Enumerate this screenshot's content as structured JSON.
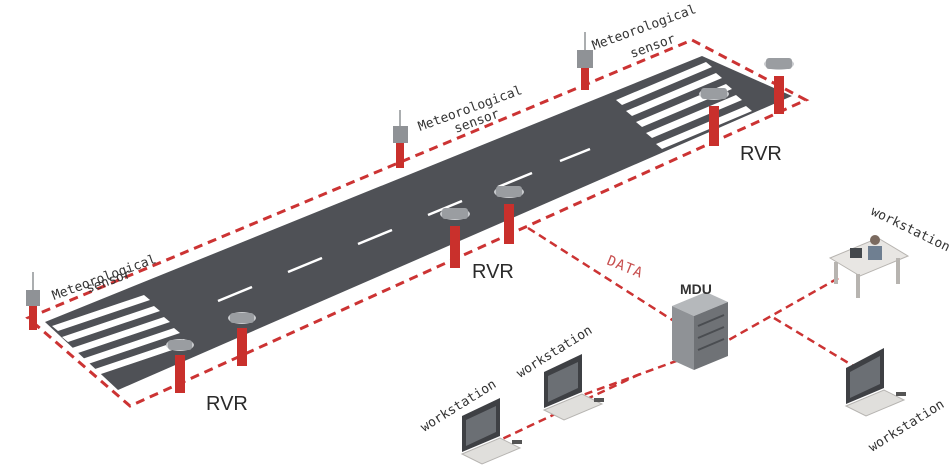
{
  "colors": {
    "runway": "#4f5156",
    "dash": "#cc3333",
    "pole": "#c9302c",
    "marking": "#ffffff",
    "device": "#8f9296",
    "text": "#333333"
  },
  "labels": {
    "meteo_left_1": "Meteorological",
    "meteo_left_2": "sensor",
    "meteo_mid_1": "Meteorological",
    "meteo_mid_2": "sensor",
    "meteo_top_1": "Meteorological",
    "meteo_top_2": "sensor",
    "rvr_left": "RVR",
    "rvr_mid": "RVR",
    "rvr_right": "RVR",
    "data": "DATA",
    "mdu": "MDU",
    "ws_top_right": "workstation",
    "ws_bottom_right": "workstation",
    "ws_bottom_left": "workstation",
    "ws_bottom_mid": "workstation"
  },
  "icons": {
    "meteo_sensor": "weather-sensor-icon",
    "rvr_sensor": "rvr-sensor-icon",
    "mdu": "server-rack-icon",
    "workstation": "computer-monitor-icon",
    "desk_workstation": "person-at-desk-icon"
  }
}
